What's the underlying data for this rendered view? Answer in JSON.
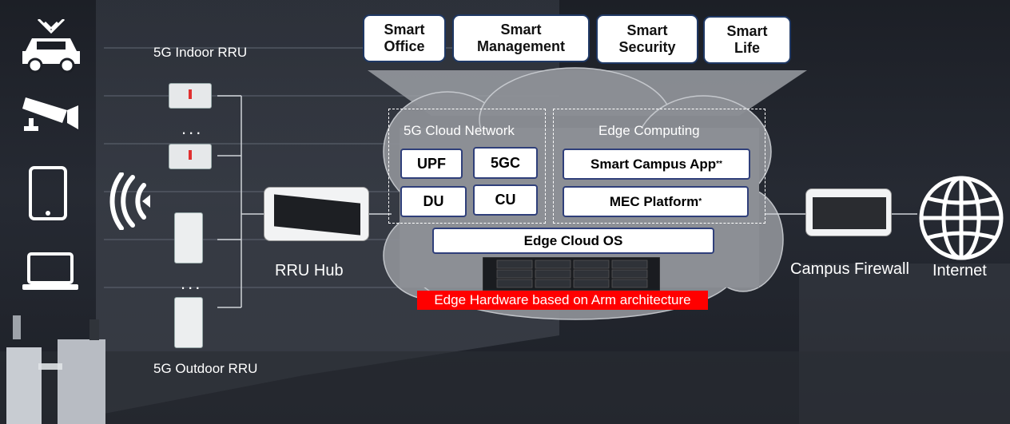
{
  "apps": [
    "Smart\nOffice",
    "Smart\nManagement",
    "Smart\nSecurity",
    "Smart\nLife"
  ],
  "cloud_network": {
    "title": "5G Cloud Network",
    "items": [
      "UPF",
      "5GC",
      "DU",
      "CU"
    ]
  },
  "edge_computing": {
    "title": "Edge Computing",
    "app": "Smart Campus App",
    "app_mark": "**",
    "platform": "MEC Platform",
    "platform_mark": "*"
  },
  "edge_cloud_os": "Edge Cloud OS",
  "edge_hardware": "Edge Hardware based on Arm architecture",
  "labels": {
    "indoor_rru": "5G Indoor RRU",
    "outdoor_rru": "5G Outdoor RRU",
    "rru_hub": "RRU Hub",
    "campus_firewall": "Campus Firewall",
    "internet": "Internet",
    "ellipsis": "..."
  },
  "colors": {
    "box_border": "#1f3864",
    "highlight_red": "#ff0000",
    "cloud_fill": "#8a8d93"
  },
  "icons": [
    "car-icon",
    "cctv-camera-icon",
    "tablet-icon",
    "laptop-icon",
    "turnstile-gate-icon",
    "wireless-signal-icon",
    "globe-icon"
  ]
}
